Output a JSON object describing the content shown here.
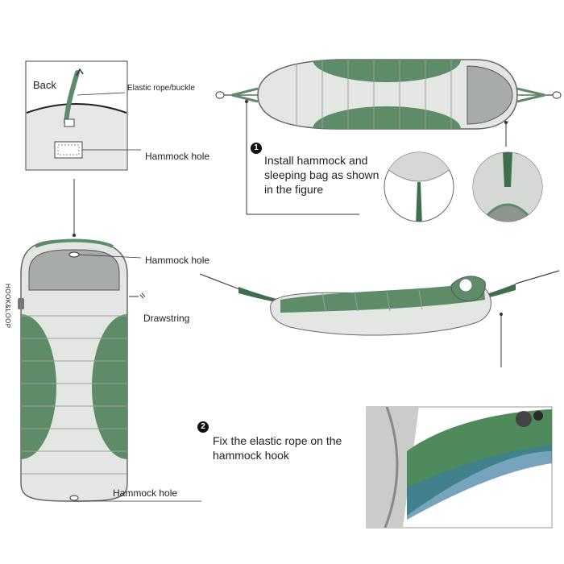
{
  "labels": {
    "back": "Back",
    "elastic_rope_buckle": "Elastic rope/buckle",
    "hammock_hole_top": "Hammock hole",
    "hammock_hole_mid": "Hammock hole",
    "drawstring": "Drawstring",
    "hook_loop": "HOOK&LOOP",
    "hammock_hole_bottom": "Hammock hole"
  },
  "steps": [
    {
      "number": "1",
      "lines": [
        "Install hammock and",
        "sleeping bag as shown",
        "in the figure"
      ]
    },
    {
      "number": "2",
      "lines": [
        "Fix the elastic rope on the",
        "hammock  hook"
      ]
    }
  ],
  "colors": {
    "green": "#5e8c68",
    "dark_green": "#3f6e4c",
    "grey_light": "#e4e6e4",
    "grey_mid": "#c4c7c4",
    "line": "#333333"
  }
}
